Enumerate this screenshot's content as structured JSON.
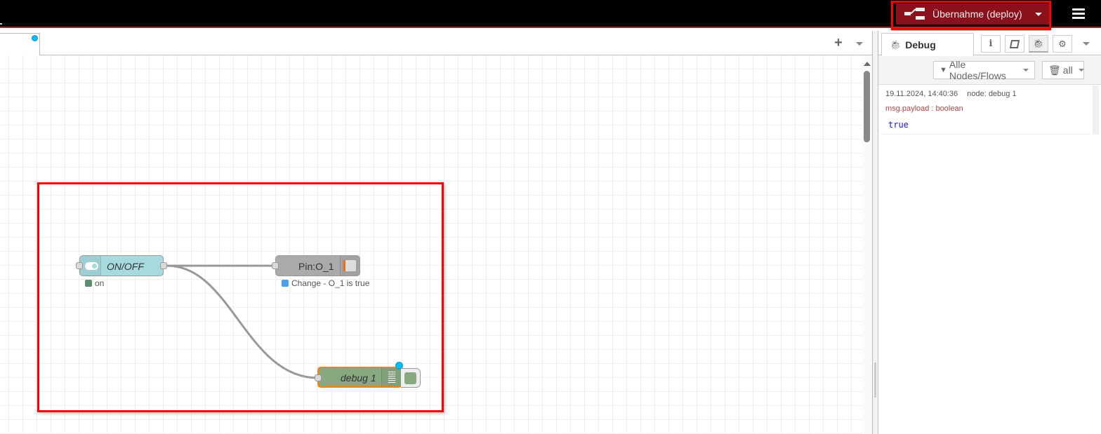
{
  "header": {
    "deploy_label": "Übernahme (deploy)",
    "deploy_color": "#8c101c",
    "highlight_color": "#ff0000"
  },
  "workspace": {
    "tabs": [
      {
        "label": "",
        "changed": true
      }
    ],
    "add_tab_icon": "plus-icon",
    "tab_menu_icon": "caret-down-icon"
  },
  "flow": {
    "nodes": [
      {
        "id": "onoff",
        "type": "switch",
        "label": "ON/OFF",
        "color": "#a6dadd",
        "status": {
          "color": "#5a8",
          "text": "on"
        }
      },
      {
        "id": "pin",
        "type": "output",
        "label": "Pin:O_1",
        "color": "#aaaaaa",
        "status": {
          "color": "#4a9ff0",
          "text": "Change - O_1 is true"
        }
      },
      {
        "id": "debug",
        "type": "debug",
        "label": "debug 1",
        "color": "#87a980",
        "changed": true
      }
    ],
    "wires": [
      [
        "onoff",
        "pin"
      ],
      [
        "onoff",
        "debug"
      ]
    ]
  },
  "sidebar": {
    "active_tab": "Debug",
    "tab_buttons": [
      "info-icon",
      "book-icon",
      "bug-icon",
      "gear-icon"
    ],
    "filter_label": "Alle Nodes/Flows",
    "clear_label": "all",
    "messages": [
      {
        "timestamp": "19.11.2024, 14:40:36",
        "node": "node: debug 1",
        "type": "msg.payload : boolean",
        "value": "true"
      }
    ]
  }
}
